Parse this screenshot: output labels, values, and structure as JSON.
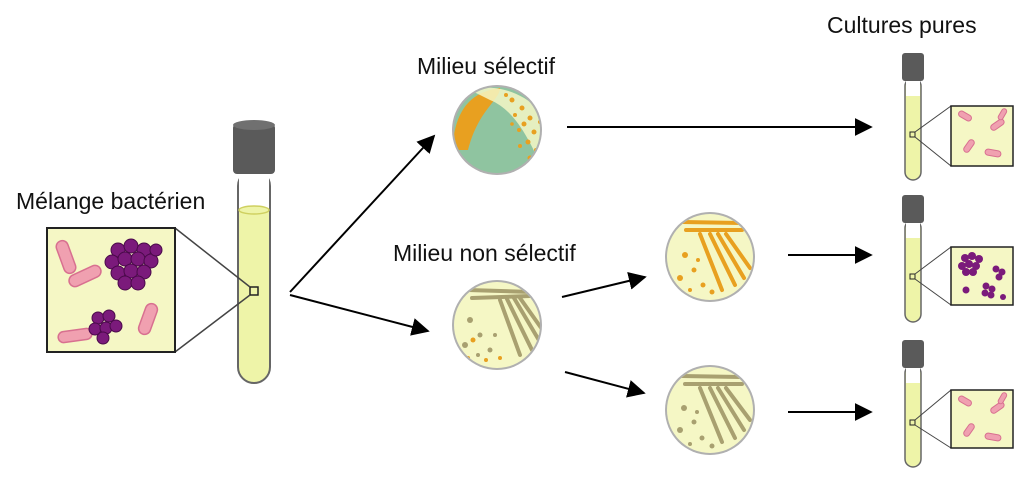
{
  "labels": {
    "mixture": "Mélange bactérien",
    "selective_medium": "Milieu sélectif",
    "non_selective_medium": "Milieu non sélectif",
    "pure_cultures": "Cultures pures"
  },
  "colors": {
    "medium_yellow": "#f5f7c5",
    "tube_liquid": "#eef4a8",
    "cap_gray": "#5a5a5a",
    "orange_colony": "#e8a020",
    "olive_colony": "#a8a070",
    "teal_colony": "#8fc4a0",
    "purple_bacteria": "#7b1a7b",
    "pink_bacteria": "#f0a0b0",
    "plate_rim": "#b0b0b0",
    "arrow": "#000000"
  },
  "icons": [
    "test-tube-icon",
    "petri-dish-icon",
    "bacteria-cocci-icon",
    "bacteria-bacilli-icon",
    "magnifier-box-icon",
    "arrow-icon"
  ]
}
